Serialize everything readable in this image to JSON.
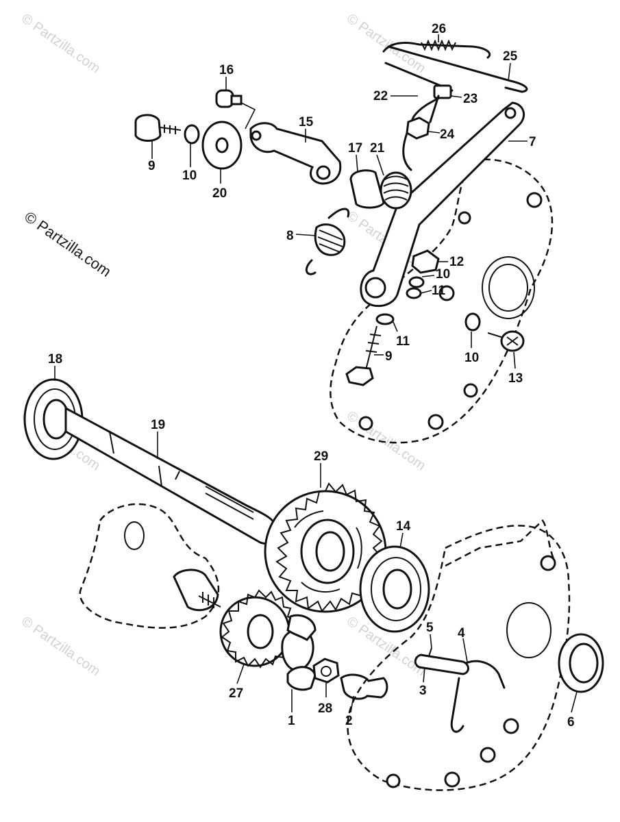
{
  "watermark": "© Partzilla.com",
  "side_watermark": "© Partzilla.com",
  "labels": {
    "p1": "1",
    "p2": "2",
    "p3": "3",
    "p4": "4",
    "p5": "5",
    "p6": "6",
    "p7": "7",
    "p8": "8",
    "p9a": "9",
    "p9b": "9",
    "p10a": "10",
    "p10b": "10",
    "p10c": "10",
    "p11a": "11",
    "p11b": "11",
    "p12": "12",
    "p13": "13",
    "p14": "14",
    "p15": "15",
    "p16": "16",
    "p17": "17",
    "p18": "18",
    "p19": "19",
    "p20": "20",
    "p21": "21",
    "p22": "22",
    "p23": "23",
    "p24": "24",
    "p25": "25",
    "p26": "26",
    "p27": "27",
    "p28": "28",
    "p29": "29"
  }
}
